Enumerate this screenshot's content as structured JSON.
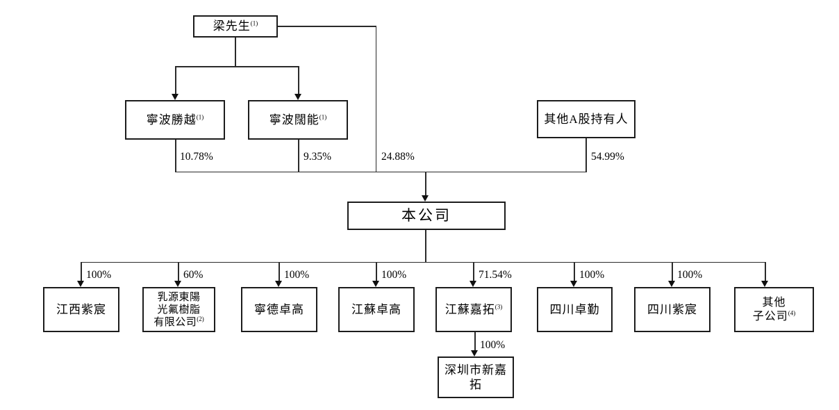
{
  "diagram": {
    "background": "#ffffff",
    "line_color": "#2a2a2a",
    "nodes": {
      "mr_liang": {
        "label": "梁先生",
        "note": "(1)"
      },
      "ningbo_shengyue": {
        "label": "寧波勝越",
        "note": "(1)"
      },
      "ningbo_kuoneng": {
        "label": "寧波闊能",
        "note": "(1)"
      },
      "other_a_share_holders": {
        "label": "其他A股持有人"
      },
      "the_company": {
        "label": "本公司"
      },
      "jiangxi_zichen": {
        "label": "江西紫宸"
      },
      "ruyuan_dongyangguang": {
        "line1": "乳源東陽",
        "line2": "光氟樹脂",
        "line3": "有限公司",
        "note": "(2)"
      },
      "ningde_zhuogao": {
        "label": "寧德卓高"
      },
      "jiangsu_zhuogao": {
        "label": "江蘇卓高"
      },
      "jiangsu_jiatuo": {
        "label": "江蘇嘉拓",
        "note": "(3)"
      },
      "sichuan_zhuoqin": {
        "label": "四川卓勤"
      },
      "sichuan_zichen": {
        "label": "四川紫宸"
      },
      "other_subsidiaries": {
        "line1": "其他",
        "line2": "子公司",
        "note": "(4)"
      },
      "shenzhen_xinjiatuo": {
        "label": "深圳市新嘉拓"
      }
    },
    "ownership_labels": {
      "shengyue_in_company": "10.78%",
      "kuoneng_in_company": "9.35%",
      "liang_direct_in_company": "24.88%",
      "other_a_in_company": "54.99%",
      "jiangxi_zichen": "100%",
      "ruyuan_dongyangguang": "60%",
      "ningde_zhuogao": "100%",
      "jiangsu_zhuogao": "100%",
      "jiangsu_jiatuo": "71.54%",
      "sichuan_zhuoqin": "100%",
      "sichuan_zichen": "100%",
      "shenzhen_xinjiatuo": "100%"
    }
  }
}
